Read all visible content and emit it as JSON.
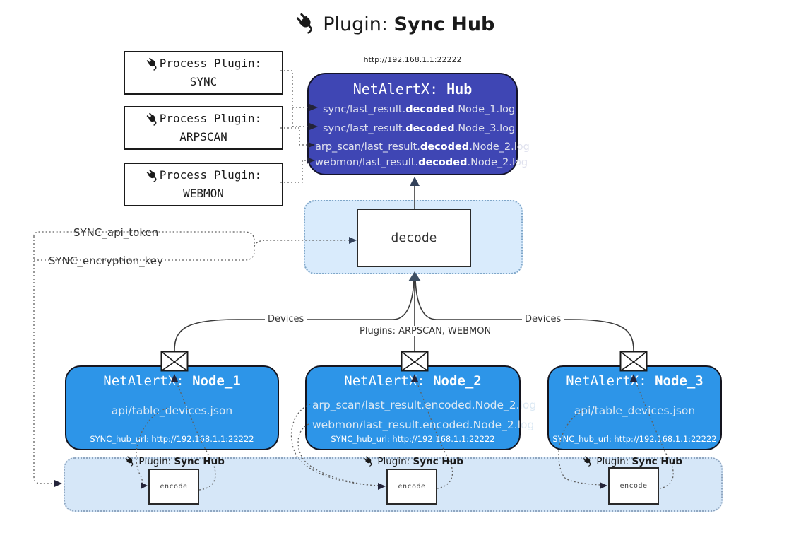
{
  "diagram": {
    "title": {
      "label": "Plugin:",
      "name": "Sync Hub"
    },
    "hub": {
      "url": "http://192.168.1.1:22222",
      "title_prefix": "NetAlertX:",
      "title_name": "Hub",
      "logs": [
        {
          "pre": "sync/last_result.",
          "mid": "decoded",
          "post": ".Node_1.log"
        },
        {
          "pre": "sync/last_result.",
          "mid": "decoded",
          "post": ".Node_3.log"
        },
        {
          "pre": "arp_scan/last_result.",
          "mid": "decoded",
          "post": ".Node_2.log"
        },
        {
          "pre": "webmon/last_result.",
          "mid": "decoded",
          "post": ".Node_2.log"
        }
      ]
    },
    "process_plugins": [
      {
        "label": "Process Plugin:",
        "name": "SYNC"
      },
      {
        "label": "Process Plugin:",
        "name": "ARPSCAN"
      },
      {
        "label": "Process Plugin:",
        "name": "WEBMON"
      }
    ],
    "decode_label": "decode",
    "encode_label": "encode",
    "settings": {
      "api_token": "SYNC_api_token",
      "encryption_key": "SYNC_encryption_key"
    },
    "edge_labels": {
      "devices_left": "Devices",
      "plugins_mid": "Plugins: ARPSCAN, WEBMON",
      "devices_right": "Devices"
    },
    "nodes": [
      {
        "title_prefix": "NetAlertX:",
        "title_name": "Node_1",
        "files": [
          "api/table_devices.json"
        ],
        "hub_url": "SYNC_hub_url: http://192.168.1.1:22222"
      },
      {
        "title_prefix": "NetAlertX:",
        "title_name": "Node_2",
        "files": [
          "arp_scan/last_result.encoded.Node_2.log",
          "webmon/last_result.encoded.Node_2.log"
        ],
        "hub_url": "SYNC_hub_url: http://192.168.1.1:22222"
      },
      {
        "title_prefix": "NetAlertX:",
        "title_name": "Node_3",
        "files": [
          "api/table_devices.json"
        ],
        "hub_url": "SYNC_hub_url: http://192.168.1.1:22222"
      }
    ],
    "sync_plugin_badge": {
      "label": "Plugin:",
      "name": "Sync Hub"
    },
    "colors": {
      "hub_fill": "#3F46B4",
      "node_fill": "#2D95E8",
      "panel_fill": "#D6E7F8",
      "panel_border": "#8FA6C0",
      "decode_panel_fill": "#D9EBFC",
      "decode_panel_border": "#7FA6C8",
      "solid_line": "#3A3A3A",
      "dotted_line": "#606060"
    }
  }
}
